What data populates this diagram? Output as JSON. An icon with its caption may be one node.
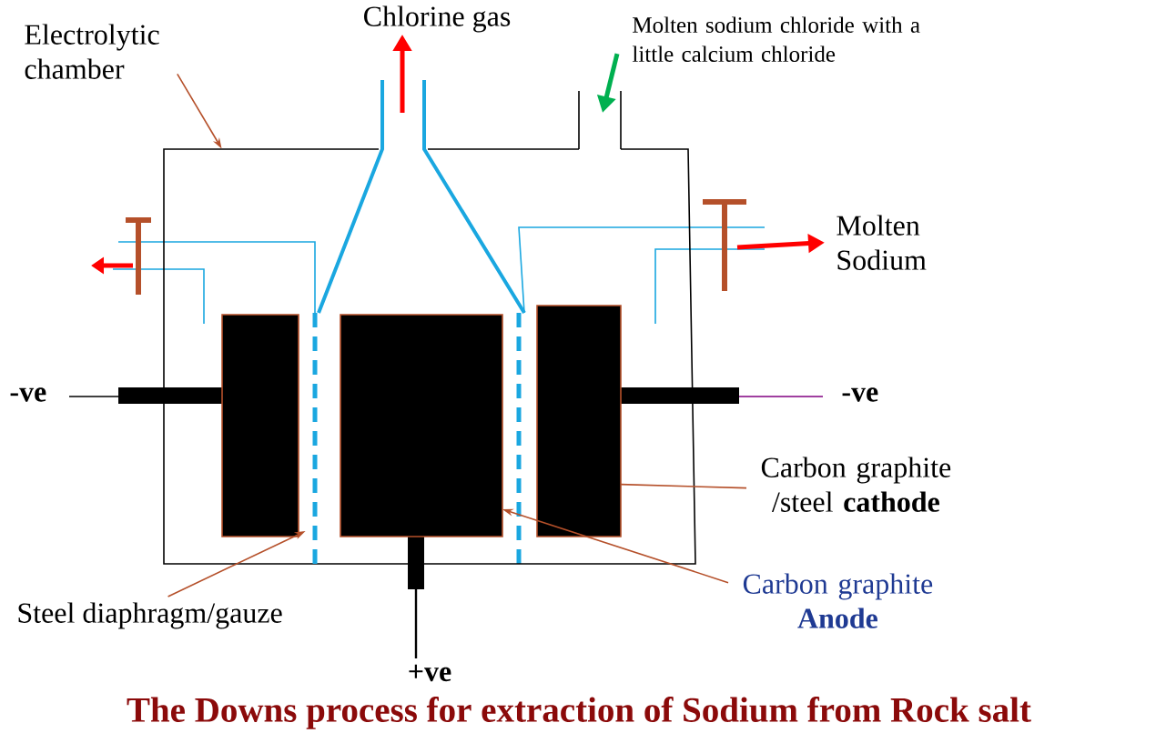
{
  "diagram": {
    "caption": "The Downs process for extraction of Sodium from Rock salt",
    "nodes": [
      {
        "text": [
          "Electrolytic chamber"
        ]
      },
      {
        "text": [],
        "shape": "box"
      },
      {
        "text": [],
        "shape": "box",
        "in": 1
      },
      {
        "text": [],
        "shape": "box",
        "in": 1
      },
      {
        "text": [],
        "shape": "box",
        "in": 1
      },
      {
        "text": [],
        "shape": "bar",
        "in": 1
      },
      {
        "text": [
          "Carbon graphite /steel **cathode**"
        ]
      },
      {
        "text": [
          "Carbon graphite **Anode**"
        ]
      },
      {
        "text": [
          "Steel diaphragm/gauze"
        ]
      },
      {
        "text": [
          "Chlorine gas"
        ]
      },
      {
        "text": [
          "Molten sodium chloride with a little calcium chloride"
        ]
      },
      {
        "text": [
          "Molten Sodium"
        ]
      }
    ],
    "edges": [
      {
        "from": 0,
        "to": 1,
        "arrow": "to"
      },
      {
        "from": 6,
        "to": 4,
        "arrow": "none"
      },
      {
        "from": 7,
        "to": 3,
        "arrow": "to"
      },
      {
        "from": 8,
        "to": 5,
        "arrow": "to"
      },
      {
        "from": null,
        "to": 9,
        "arrow": "to",
        "style": "thick",
        "color": "#ff0000"
      },
      {
        "from": 10,
        "to": null,
        "arrow": "to",
        "style": "thick",
        "color": "#00b050"
      },
      {
        "from": null,
        "to": 11,
        "arrow": "to",
        "style": "thick",
        "color": "#ff0000"
      }
    ],
    "labels": [
      "-ve",
      "-ve",
      "+ve"
    ]
  }
}
